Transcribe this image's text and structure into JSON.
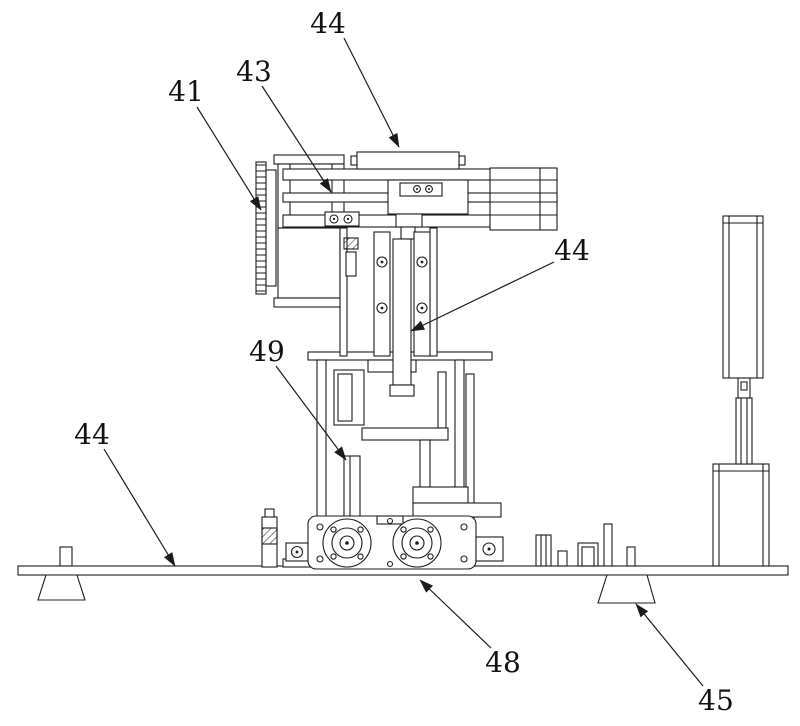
{
  "figure": {
    "type": "patent-technical-drawing",
    "description": "Line-art mechanical assembly figure with numbered part callouts and leader arrows",
    "line_color": "#1b1b1b",
    "background": "#ffffff",
    "labels": [
      {
        "name": "callout-44-top",
        "text": "44"
      },
      {
        "name": "callout-43",
        "text": "43"
      },
      {
        "name": "callout-41",
        "text": "41"
      },
      {
        "name": "callout-44-right",
        "text": "44"
      },
      {
        "name": "callout-49",
        "text": "49"
      },
      {
        "name": "callout-44-left",
        "text": "44"
      },
      {
        "name": "callout-48",
        "text": "48"
      },
      {
        "name": "callout-45",
        "text": "45"
      }
    ]
  }
}
